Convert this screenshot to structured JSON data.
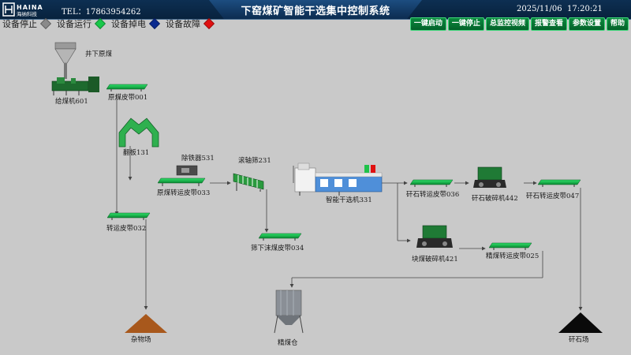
{
  "header": {
    "logo_text": "HAINA",
    "logo_sub": "海纳科技",
    "tel": "TEL：17863954262",
    "title": "下窑煤矿智能干选集中控制系统",
    "datetime": "2025/11/06  17:20:21"
  },
  "legend": [
    {
      "label": "设备停止",
      "color": "#8a8a8a"
    },
    {
      "label": "设备运行",
      "color": "#19c84a"
    },
    {
      "label": "设备掉电",
      "color": "#0a2a8f"
    },
    {
      "label": "设备故障",
      "color": "#e01010"
    }
  ],
  "buttons": [
    {
      "label": "一键启动"
    },
    {
      "label": "一键停止"
    },
    {
      "label": "总监控视频"
    },
    {
      "label": "报警查看"
    },
    {
      "label": "参数设置"
    },
    {
      "label": "帮助"
    }
  ],
  "equipment": {
    "hopper": "井下原煤",
    "feeder": "给煤机601",
    "belt001": "原煤皮带001",
    "flap": "翻板131",
    "iron": "除铁器531",
    "belt033": "原煤转运皮带033",
    "screen": "滚轴筛231",
    "separator": "智能干选机331",
    "belt036": "矸石转运皮带036",
    "crusher442": "矸石破碎机442",
    "belt047": "矸石转运皮带047",
    "crusher421": "块煤破碎机421",
    "belt025": "精煤转运皮带025",
    "belt034": "筛下沫煤皮带034",
    "belt032": "转运皮带032",
    "sundry": "杂物场",
    "silo": "精煤仓",
    "gangue_yard": "矸石场"
  },
  "colors": {
    "running": "#19c84a",
    "header_bg": "#0a2746",
    "button_bg": "#06773a"
  }
}
